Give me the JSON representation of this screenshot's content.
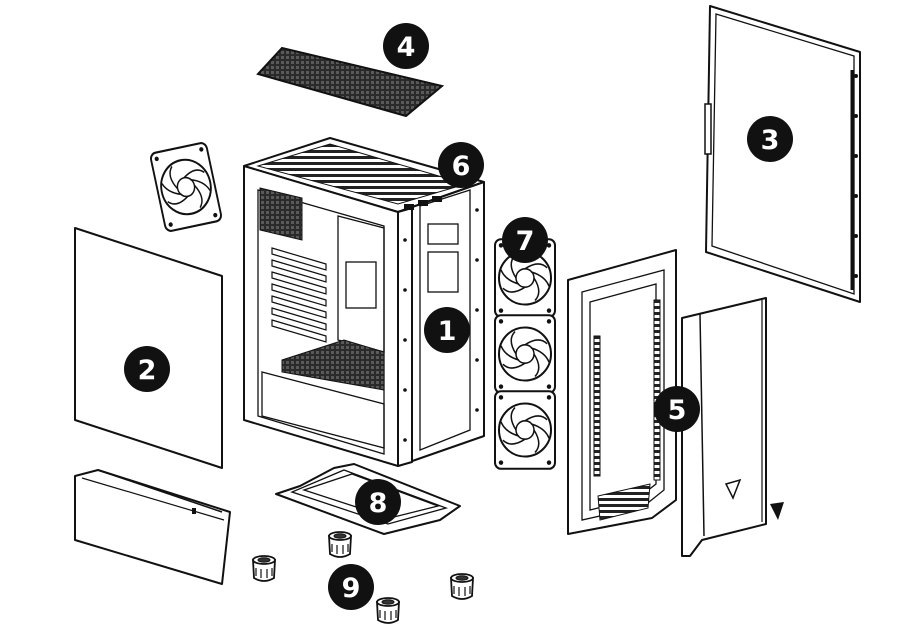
{
  "callouts": [
    {
      "id": "1",
      "label": "1",
      "part": "chassis"
    },
    {
      "id": "2",
      "label": "2",
      "part": "left-side-panel"
    },
    {
      "id": "3",
      "label": "3",
      "part": "right-side-panel"
    },
    {
      "id": "4",
      "label": "4",
      "part": "top-dust-filter"
    },
    {
      "id": "5",
      "label": "5",
      "part": "front-panel"
    },
    {
      "id": "6",
      "label": "6",
      "part": "top-io"
    },
    {
      "id": "7",
      "label": "7",
      "part": "front-fans"
    },
    {
      "id": "8",
      "label": "8",
      "part": "bottom-dust-filter"
    },
    {
      "id": "9",
      "label": "9",
      "part": "feet"
    }
  ]
}
